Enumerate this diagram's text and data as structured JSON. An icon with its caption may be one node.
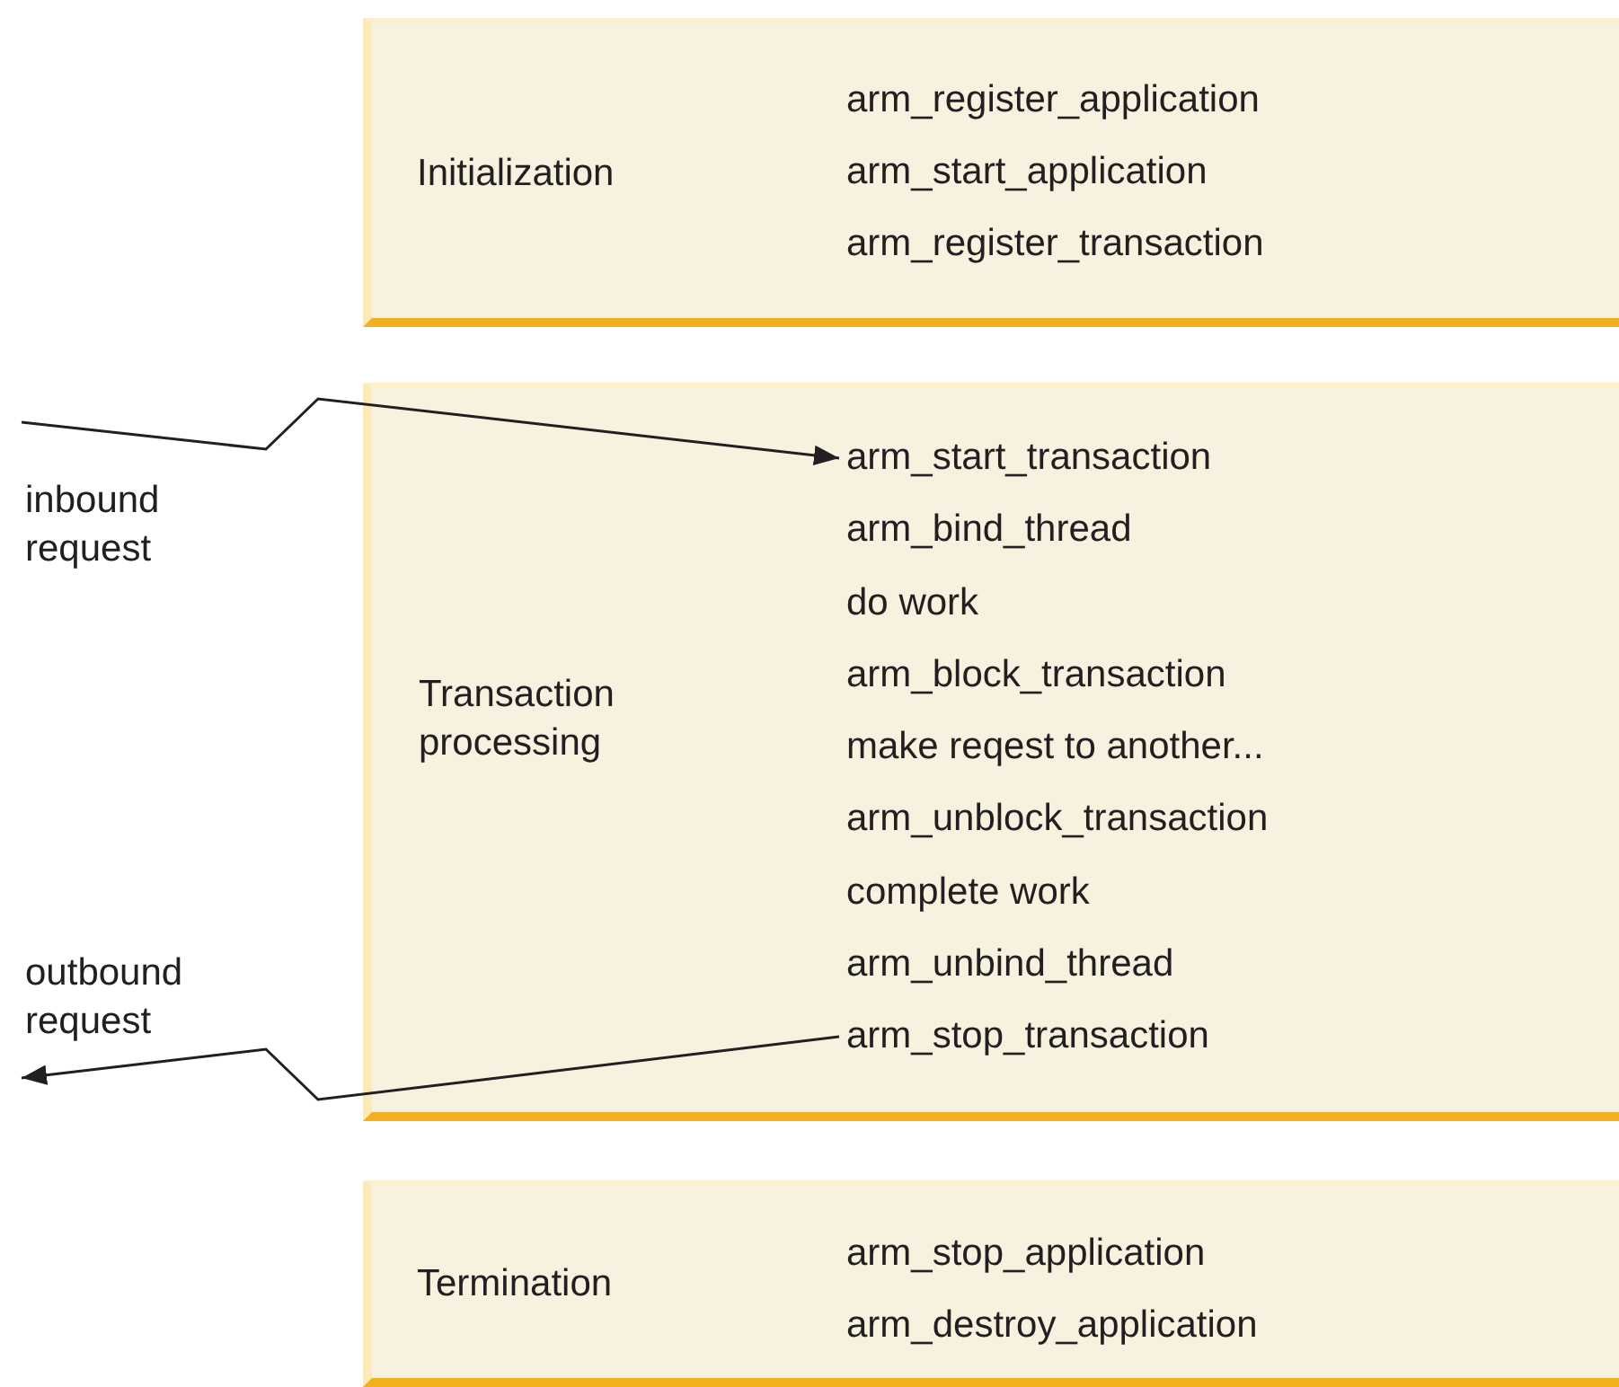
{
  "diagram": {
    "nodes": [
      {
        "text": [
          "Initialization"
        ]
      },
      {
        "text": [
          "arm_register_application"
        ],
        "in": 0
      },
      {
        "text": [
          "arm_start_application"
        ],
        "in": 0
      },
      {
        "text": [
          "arm_register_transaction"
        ],
        "in": 0
      },
      {
        "text": [
          "Transaction processing"
        ]
      },
      {
        "text": [
          "arm_start_transaction"
        ],
        "in": 4
      },
      {
        "text": [
          "arm_bind_thread"
        ],
        "in": 4
      },
      {
        "text": [
          "do work"
        ],
        "in": 4
      },
      {
        "text": [
          "arm_block_transaction"
        ],
        "in": 4
      },
      {
        "text": [
          "make reqest to another..."
        ],
        "in": 4
      },
      {
        "text": [
          "arm_unblock_transaction"
        ],
        "in": 4
      },
      {
        "text": [
          "complete work"
        ],
        "in": 4
      },
      {
        "text": [
          "arm_unbind_thread"
        ],
        "in": 4
      },
      {
        "text": [
          "arm_stop_transaction"
        ],
        "in": 4
      },
      {
        "text": [
          "Termination"
        ]
      },
      {
        "text": [
          "arm_stop_application"
        ],
        "in": 14
      },
      {
        "text": [
          "arm_destroy_application"
        ],
        "in": 14
      }
    ],
    "edges": [
      {
        "from": null,
        "to": 5,
        "arrow": "to",
        "label": "inbound request"
      },
      {
        "from": 13,
        "to": null,
        "arrow": "to",
        "label": "outbound request"
      }
    ]
  }
}
